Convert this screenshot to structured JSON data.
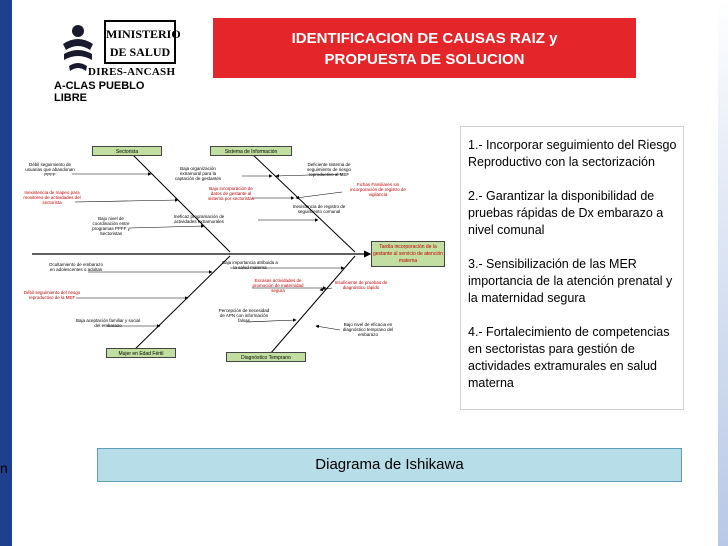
{
  "header": {
    "logo": {
      "ministry_line1": "MINISTERIO",
      "ministry_line2": "DE SALUD",
      "dires": "DIRES-ANCASH",
      "clas": "A-CLAS PUEBLO LIBRE"
    },
    "title_line1": "IDENTIFICACION DE CAUSAS RAIZ y",
    "title_line2": "PROPUESTA DE SOLUCION"
  },
  "diagram": {
    "effect": "Tardía incorporación de la gestante al servicio de atención materna",
    "categories": {
      "sectorista": "Sectorista",
      "sistema": "Sistema de Información",
      "mujer": "Mujer en Edad Fértil",
      "diagnostico": "Diagnóstico Temprano"
    },
    "causes": {
      "c1": "Débil seguimiento de usuarias que abandonan PPFF",
      "c2": "Inexistencia de mapeo para monitoreo de actividades del sectorista",
      "c3": "Bajo nivel de coordinación entre programas PPFF y Sectoristas",
      "c4": "Baja organización extramural para la captación de gestantes",
      "c5": "Bajo incorporación de datos de gestante al sistema por sectoristas",
      "c6": "Ineficaz programación de actividades extramurales",
      "c7": "Deficiente sistema de seguimiento de riesgo reproductivo al MEF",
      "c8": "Fichas Familiares sin incorporación de registro de vigilancia",
      "c9": "Inexistencia de registro de seguimiento comunal",
      "c10": "Ocultamiento de embarazo en adolescentes o adultas",
      "c11": "Débil seguimiento del riesgo reproductivo de la MEF",
      "c12": "Baja aceptación familiar y social del embarazo",
      "c13": "Baja importancia atribuida a la salud materna",
      "c14": "Escasas actividades de promoción de maternidad segura",
      "c15": "Percepción de necesidad de APN con información falsas",
      "c16": "Insuficiente de pruebas de diagnóstico rápido",
      "c17": "Bajo nivel de eficacia en diagnóstico temprano del embarazo"
    }
  },
  "proposals": [
    "1.-  Incorporar seguimiento del Riesgo  Reproductivo con la sectorización",
    "2.- Garantizar la disponibilidad de pruebas rápidas de Dx embarazo a nivel comunal",
    "3.- Sensibilización de las MER importancia de la atención prenatal y la maternidad segura",
    "4.-  Fortalecimiento de competencias en sectoristas para gestión de actividades extramurales en salud materna"
  ],
  "caption": "Diagrama de Ishikawa",
  "side_letter": "n",
  "colors": {
    "title_bg": "#e4262b",
    "caption_bg": "#b7dde8",
    "category_box": "#c2dea0",
    "red_text": "#c00000",
    "left_bar": "#1f3f8f"
  }
}
